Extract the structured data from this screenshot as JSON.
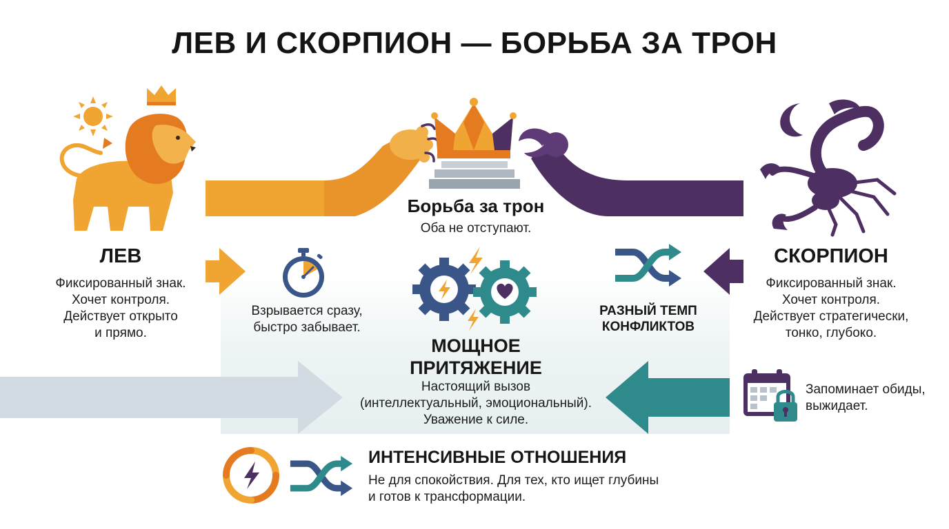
{
  "title": "ЛЕВ И СКОРПИОН — БОРЬБА ЗА ТРОН",
  "colors": {
    "leo_orange": "#f0a431",
    "leo_dark": "#e47b20",
    "scorpio_purple": "#4d2f62",
    "teal": "#2f8a8c",
    "gray_arrow": "#d3dbe2",
    "navy": "#3a5588"
  },
  "leo": {
    "name": "ЛЕВ",
    "lines": [
      "Фиксированный знак.",
      "Хочет контроля.",
      "Действует открыто",
      "и прямо."
    ],
    "icons": [
      "sun-icon",
      "crown-icon",
      "lion-icon"
    ]
  },
  "scorpio": {
    "name": "СКОРПИОН",
    "lines": [
      "Фиксированный знак.",
      "Хочет контроля.",
      "Действует стратегически,",
      "тонко, глубоко."
    ],
    "icons": [
      "moon-icon",
      "scorpion-icon"
    ]
  },
  "throne": {
    "title": "Борьба за трон",
    "subtitle": "Оба не отступают."
  },
  "leo_temper": {
    "lines": [
      "Взрывается сразу,",
      "быстро забывает."
    ],
    "icon": "stopwatch-icon"
  },
  "tempo": {
    "lines": [
      "РАЗНЫЙ ТЕМП",
      "КОНФЛИКТОВ"
    ],
    "icon": "shuffle-icon"
  },
  "attraction": {
    "title_lines": [
      "МОЩНОЕ",
      "ПРИТЯЖЕНИЕ"
    ],
    "lines": [
      "Настоящий вызов",
      "(интеллектуальный, эмоциональный).",
      "Уважение к силе."
    ],
    "icon": "gears-icon"
  },
  "scorpio_memory": {
    "lines": [
      "Запоминает обиды,",
      "выжидает."
    ],
    "icon": "calendar-lock-icon"
  },
  "intense": {
    "title": "ИНТЕНСИВНЫЕ ОТНОШЕНИЯ",
    "lines": [
      "Не для спокойствия. Для тех, кто ищет глубины",
      "и готов к трансформации."
    ],
    "icons": [
      "swirl-icon",
      "shuffle-icon"
    ]
  }
}
